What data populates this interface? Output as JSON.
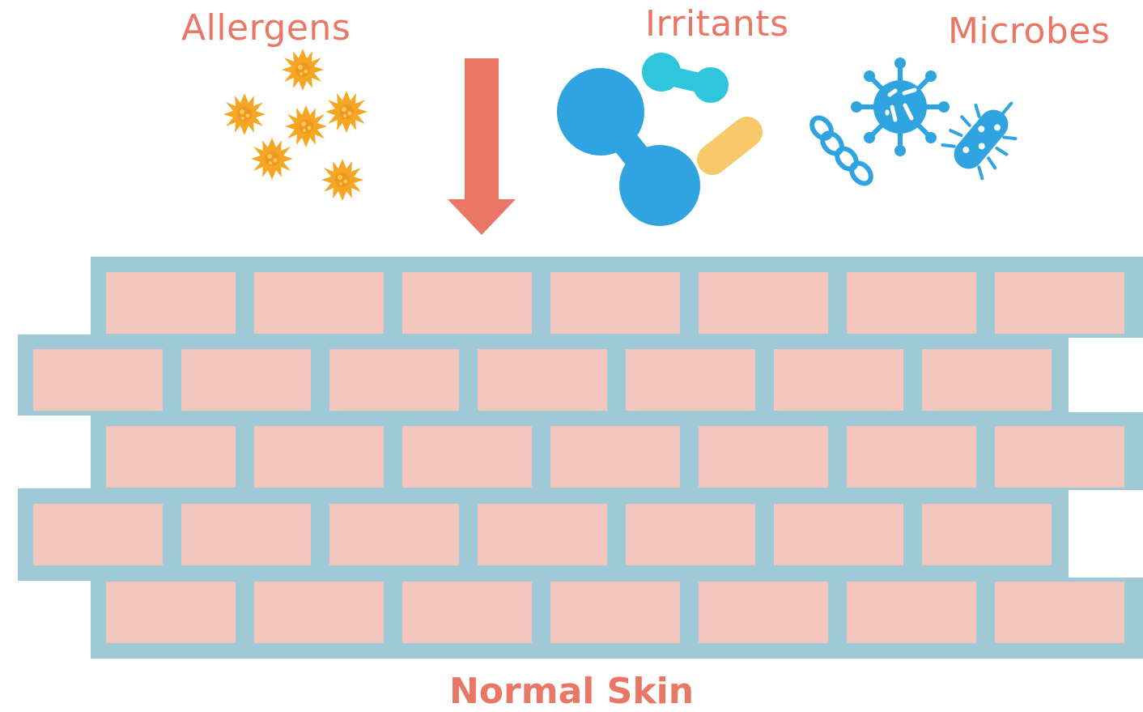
{
  "labels": {
    "allergens": "Allergens",
    "irritants": "Irritants",
    "microbes": "Microbes"
  },
  "caption": "Normal Skin",
  "colors": {
    "text": "#ea7665",
    "arrow": "#ea7665",
    "mortar": "#9fc9d6",
    "brick": "#f4c7be",
    "allergen": "#f5a623",
    "irritant_blue": "#2fa4e0",
    "irritant_cyan": "#2ec5dd",
    "irritant_yellow": "#f7c96a",
    "microbe": "#2fa4e0"
  },
  "icons": {
    "allergens": "pollen-icon",
    "irritants": "irritant-blob-icon",
    "microbes": "virus-bacteria-icon",
    "arrow": "down-arrow-icon",
    "wall": "brick-wall-icon"
  }
}
